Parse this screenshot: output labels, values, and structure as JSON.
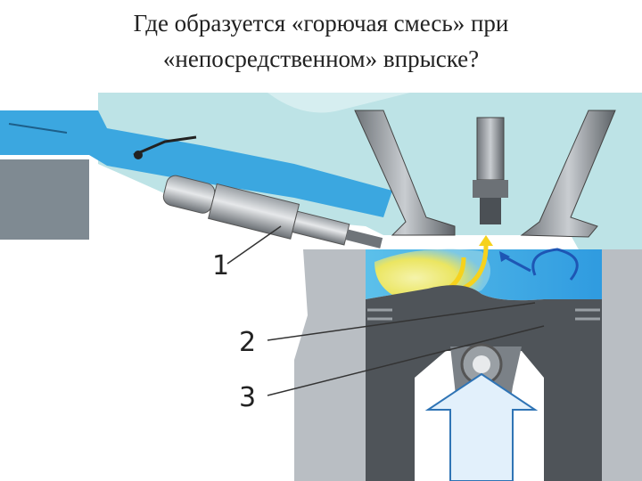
{
  "slide": {
    "title_line1": "Где образуется «горючая смесь» при",
    "title_line2": "«непосредственном» впрыске?"
  },
  "diagram": {
    "labels": [
      "1",
      "2",
      "3"
    ],
    "colors": {
      "head_light": "#bde3e6",
      "intake_port": "#3ba7e0",
      "fuel_spray": "#f7ef6a",
      "block_gray": "#b9bec3",
      "piston_dark": "#4f5459",
      "arrow_fill": "#e2f0fb",
      "arrow_stroke": "#2f74b5"
    }
  }
}
